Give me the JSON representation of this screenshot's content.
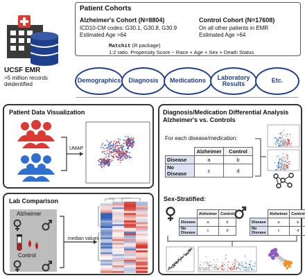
{
  "emr": {
    "title": "UCSF EMR",
    "line1": ">5 million records",
    "line2": "deidentified"
  },
  "cohorts": {
    "header": "Patient Cohorts",
    "alz_title": "Alzheimer's Cohort (N=8804)",
    "alz_line1": "ICD10-CM codes: G30.1, G30.8, G30.9",
    "alz_line2": "Estimated Age >64",
    "ctrl_title": "Control Cohort (N=17608)",
    "ctrl_line1": "On all other patients in EMR",
    "ctrl_line2": "Estimated Age >64",
    "matchit_code": "Matchit",
    "matchit_pkg": " (R package)",
    "matchit_line": "1:2 ratio. Propensity Score ~ Race + Age + Sex + Death Status",
    "categories": [
      "Demographics",
      "Diagnosis",
      "Medications",
      "Laboratory Results",
      "Etc."
    ]
  },
  "viz": {
    "title": "Patient Data Visualization",
    "umap_label": "UMAP"
  },
  "lab": {
    "title": "Lab Comparison",
    "alz_label": "Alzheimer",
    "ctrl_label": "Control",
    "median_label": "median values"
  },
  "diff": {
    "title": "Diagnosis/Medication Differential Analysis",
    "subtitle": "Alzheimer's vs. Controls",
    "for_each": "For each disease/medication:",
    "table": {
      "headers": [
        "Alzheimer",
        "Control"
      ],
      "rows": [
        {
          "label": "Disease",
          "cells": [
            "a",
            "b"
          ]
        },
        {
          "label": "No Disease",
          "cells": [
            "c",
            "d"
          ]
        }
      ]
    },
    "sex_title": "Sex-Stratified:",
    "small_table": {
      "headers": [
        "Alzheimer",
        "Control"
      ],
      "rows": [
        {
          "label": "Disease",
          "cells": [
            "a",
            "b"
          ]
        },
        {
          "label": "No Disease",
          "cells": [
            "c",
            "d"
          ]
        }
      ]
    }
  },
  "icons": [
    "hospital-icon",
    "database-icon",
    "people-red-icon",
    "people-blue-icon",
    "female-symbol-icon",
    "male-symbol-icon",
    "test-tube-icon",
    "blood-drop-icon",
    "network-icon"
  ],
  "colors": {
    "accent": "#1f3e8c",
    "alzheimer": "#d93a34",
    "control": "#2f6fd0",
    "panel_border": "#333333"
  }
}
